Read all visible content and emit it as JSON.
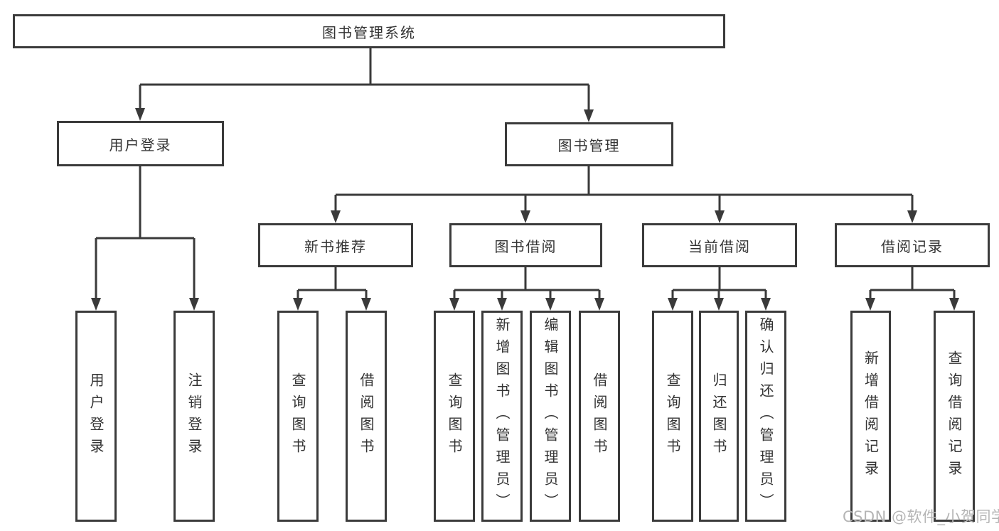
{
  "diagram": {
    "root": {
      "label": "图书管理系统"
    },
    "branches": [
      {
        "label": "用户登录",
        "children": [
          {
            "label": "用户登录"
          },
          {
            "label": "注销登录"
          }
        ]
      },
      {
        "label": "图书管理",
        "children": [
          {
            "label": "新书推荐",
            "children": [
              {
                "label": "查询图书"
              },
              {
                "label": "借阅图书"
              }
            ]
          },
          {
            "label": "图书借阅",
            "children": [
              {
                "label": "查询图书"
              },
              {
                "label": "新增图书（管理员）"
              },
              {
                "label": "编辑图书（管理员）"
              },
              {
                "label": "借阅图书"
              }
            ]
          },
          {
            "label": "当前借阅",
            "children": [
              {
                "label": "查询图书"
              },
              {
                "label": "归还图书"
              },
              {
                "label": "确认归还（管理员）"
              }
            ]
          },
          {
            "label": "借阅记录",
            "children": [
              {
                "label": "新增借阅记录"
              },
              {
                "label": "查询借阅记录"
              }
            ]
          }
        ]
      }
    ],
    "watermark": "CSDN @软件_小贺同学"
  },
  "colors": {
    "line": "#3a3a3a",
    "text": "#333333",
    "box_background": "#ffffff",
    "page_background": "#ffffff",
    "watermark": "#b5b5b5"
  }
}
